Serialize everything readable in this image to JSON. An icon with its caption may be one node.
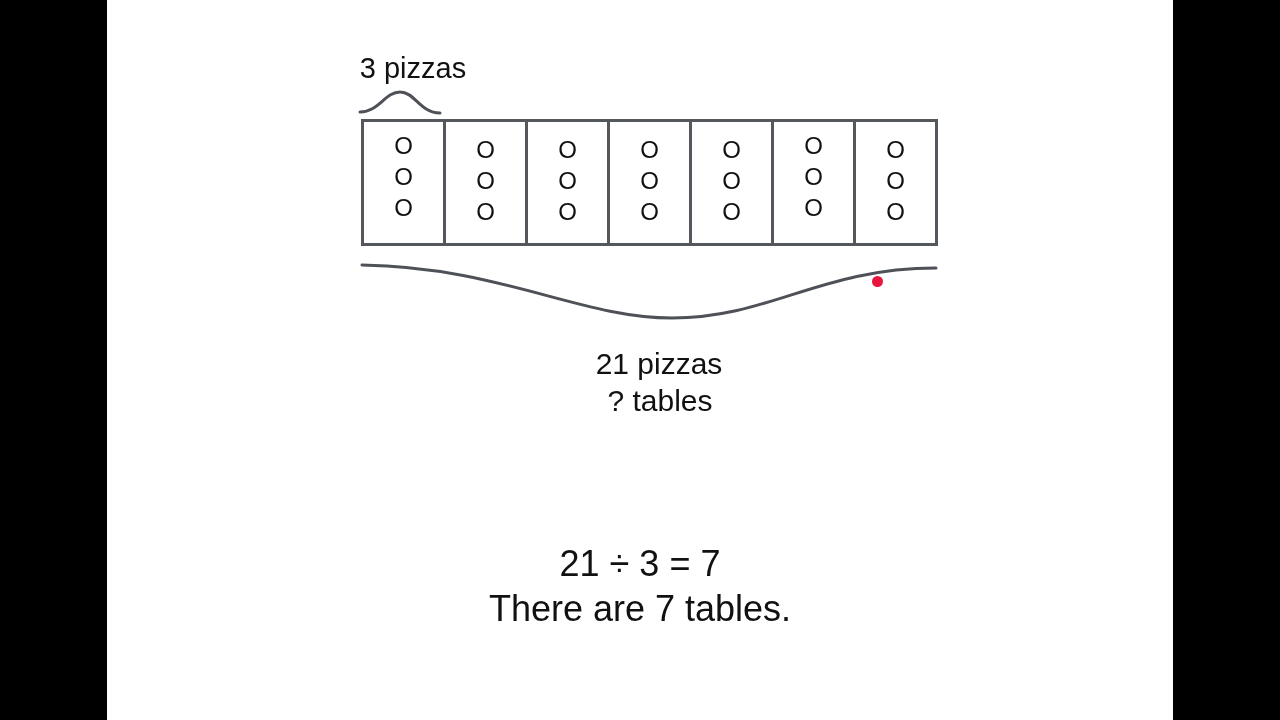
{
  "diagram": {
    "nodes": [
      {
        "text": [
          "O O O"
        ]
      },
      {
        "text": [
          "O O O"
        ]
      },
      {
        "text": [
          "O O O"
        ]
      },
      {
        "text": [
          "O O O"
        ]
      },
      {
        "text": [
          "O O O"
        ]
      },
      {
        "text": [
          "O O O"
        ]
      },
      {
        "text": [
          "O O O"
        ]
      }
    ],
    "labels": [
      "3 pizzas",
      "21 pizzas",
      "? tables",
      "21 ÷ 3 = 7",
      "There are 7 tables."
    ]
  }
}
